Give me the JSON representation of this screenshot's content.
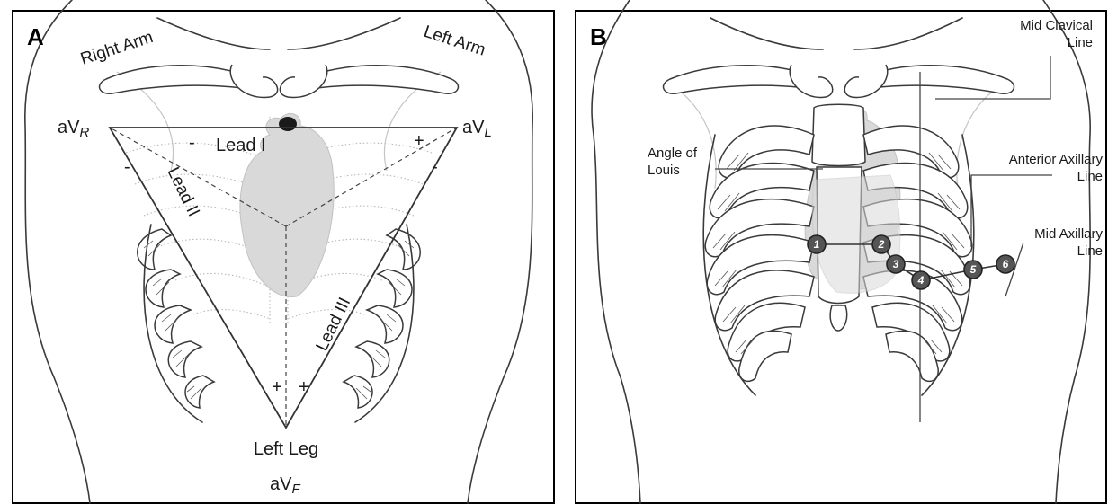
{
  "panel_a": {
    "letter": "A",
    "right_arm": "Right Arm",
    "left_arm": "Left Arm",
    "avr_main": "aV",
    "avr_sub": "R",
    "avl_main": "aV",
    "avl_sub": "L",
    "avf_main": "aV",
    "avf_sub": "F",
    "lead_i": "Lead I",
    "lead_ii": "Lead II",
    "lead_iii": "Lead III",
    "left_leg": "Left Leg",
    "sign_minus": "-",
    "sign_plus": "+"
  },
  "panel_b": {
    "letter": "B",
    "mid_clavical_1": "Mid Clavical",
    "mid_clavical_2": "Line",
    "angle_of_louis_1": "Angle of",
    "angle_of_louis_2": "Louis",
    "anterior_axillary_1": "Anterior Axillary",
    "anterior_axillary_2": "Line",
    "mid_axillary_1": "Mid Axillary",
    "mid_axillary_2": "Line",
    "electrodes": [
      "1",
      "2",
      "3",
      "4",
      "5",
      "6"
    ]
  },
  "colors": {
    "heart": "#d9d9d9",
    "electrode": "#555555",
    "outline": "#3a3a3a"
  }
}
